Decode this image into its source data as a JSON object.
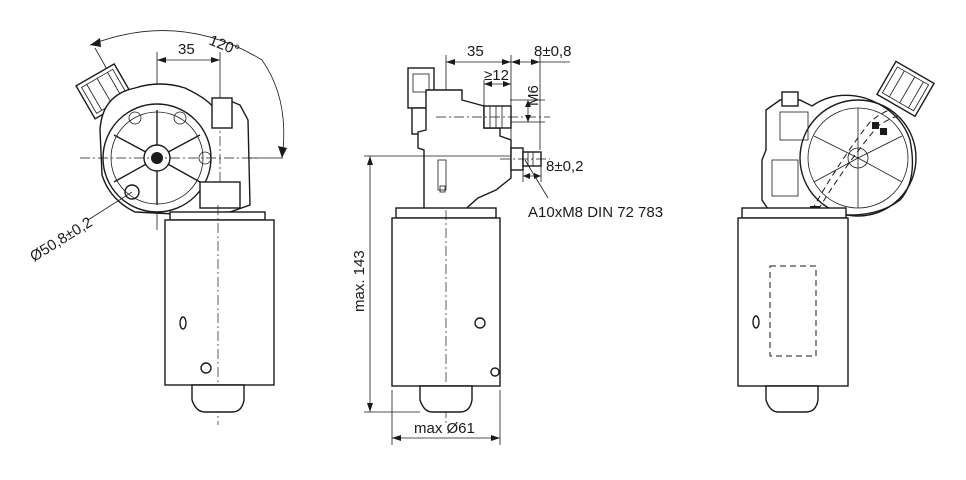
{
  "labels": {
    "left_width": "35",
    "angle": "120°",
    "diameter": "Ø50,8±0,2",
    "mid_width": "35",
    "top_right": "8±0,8",
    "min_len": "≥12",
    "thread": "M6",
    "shaft_len": "8±0,2",
    "shaft_spec": "A10xM8 DIN 72 783",
    "max_height": "max. 143",
    "max_diam": "max Ø61"
  }
}
